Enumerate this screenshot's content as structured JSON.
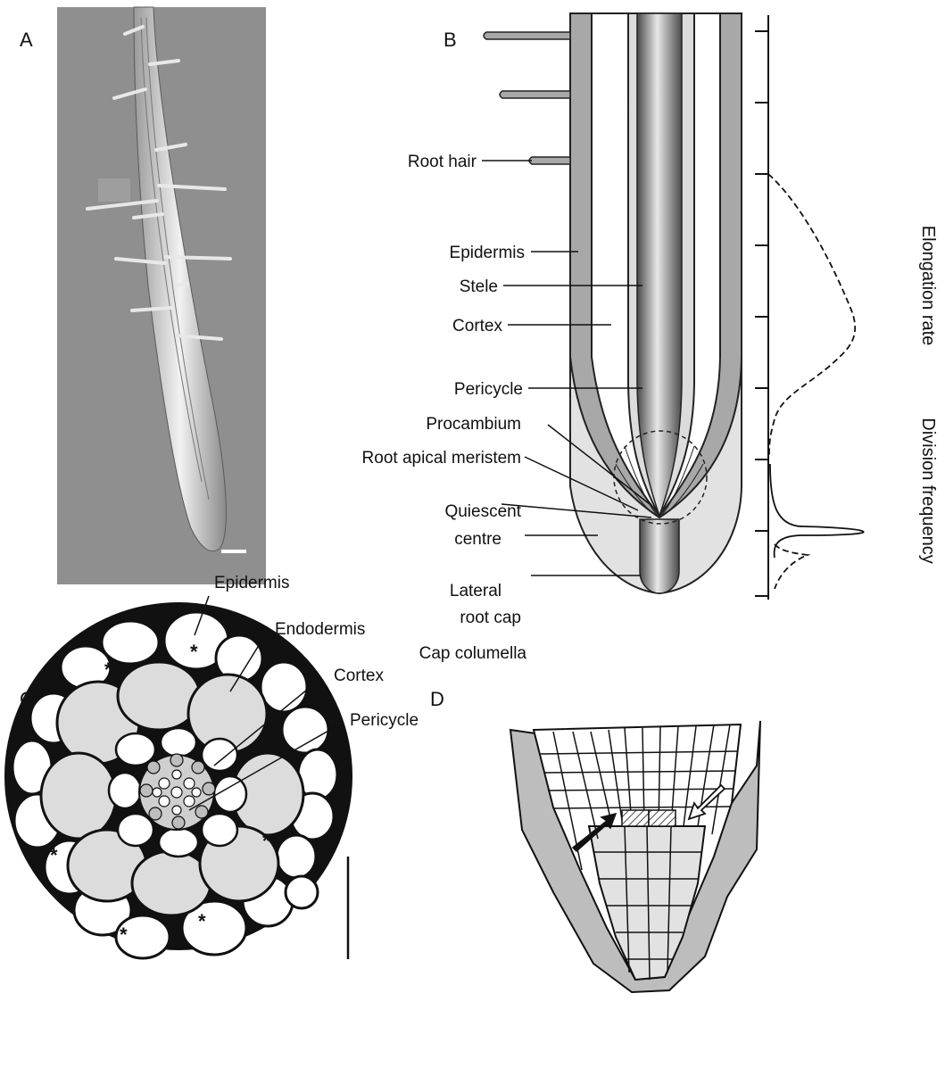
{
  "panels": {
    "a": "A",
    "b": "B",
    "c": "C",
    "d": "D"
  },
  "panel_b": {
    "labels": {
      "root_hair": "Root hair",
      "epidermis": "Epidermis",
      "stele": "Stele",
      "cortex": "Cortex",
      "pericycle": "Pericycle",
      "procambium": "Procambium",
      "root_apical_meristem": "Root apical meristem",
      "quiescent_line1": "Quiescent",
      "quiescent_line2": "centre",
      "lateral_line1": "Lateral",
      "lateral_line2": "root cap",
      "cap_columella": "Cap columella"
    },
    "axis_labels": {
      "elongation": "Elongation rate",
      "division": "Division frequency"
    }
  },
  "panel_c": {
    "labels": {
      "epidermis": "Epidermis",
      "endodermis": "Endodermis",
      "cortex": "Cortex",
      "pericycle": "Pericycle"
    },
    "asterisk": "*"
  },
  "colors": {
    "epidermis_fill": "#a8a8a8",
    "cortex_fill": "#ffffff",
    "stele_dark": "#555555",
    "cap_fill": "#e2e2e2",
    "cell_grey": "#dcdcdc",
    "sem_bg": "#8e8e8e"
  }
}
